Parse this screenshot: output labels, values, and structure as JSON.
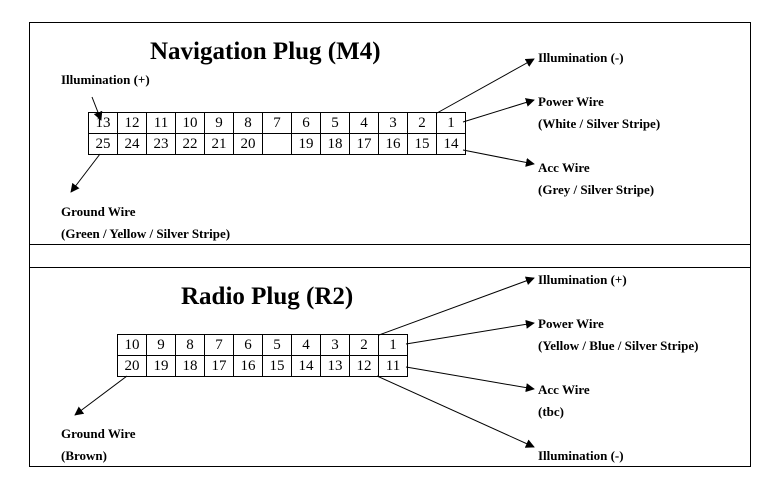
{
  "nav": {
    "title": "Navigation Plug (M4)",
    "top_pins": [
      "13",
      "12",
      "11",
      "10",
      "9",
      "8",
      "7",
      "6",
      "5",
      "4",
      "3",
      "2",
      "1"
    ],
    "bottom_pins": [
      "25",
      "24",
      "23",
      "22",
      "21",
      "20",
      "",
      "19",
      "18",
      "17",
      "16",
      "15",
      "14"
    ],
    "labels": {
      "illum_plus": "Illumination (+)",
      "illum_minus": "Illumination (-)",
      "power_wire": "Power Wire",
      "power_color": "(White / Silver Stripe)",
      "acc_wire": "Acc Wire",
      "acc_color": "(Grey / Silver Stripe)",
      "ground_wire": "Ground Wire",
      "ground_color": "(Green / Yellow / Silver Stripe)"
    }
  },
  "radio": {
    "title": "Radio Plug (R2)",
    "top_pins": [
      "10",
      "9",
      "8",
      "7",
      "6",
      "5",
      "4",
      "3",
      "2",
      "1"
    ],
    "bottom_pins": [
      "20",
      "19",
      "18",
      "17",
      "16",
      "15",
      "14",
      "13",
      "12",
      "11"
    ],
    "labels": {
      "illum_plus": "Illumination (+)",
      "power_wire": "Power Wire",
      "power_color": "(Yellow / Blue / Silver Stripe)",
      "acc_wire": "Acc Wire",
      "acc_color": "(tbc)",
      "ground_wire": "Ground Wire",
      "ground_color": "(Brown)",
      "illum_minus": "Illumination (-)"
    }
  }
}
